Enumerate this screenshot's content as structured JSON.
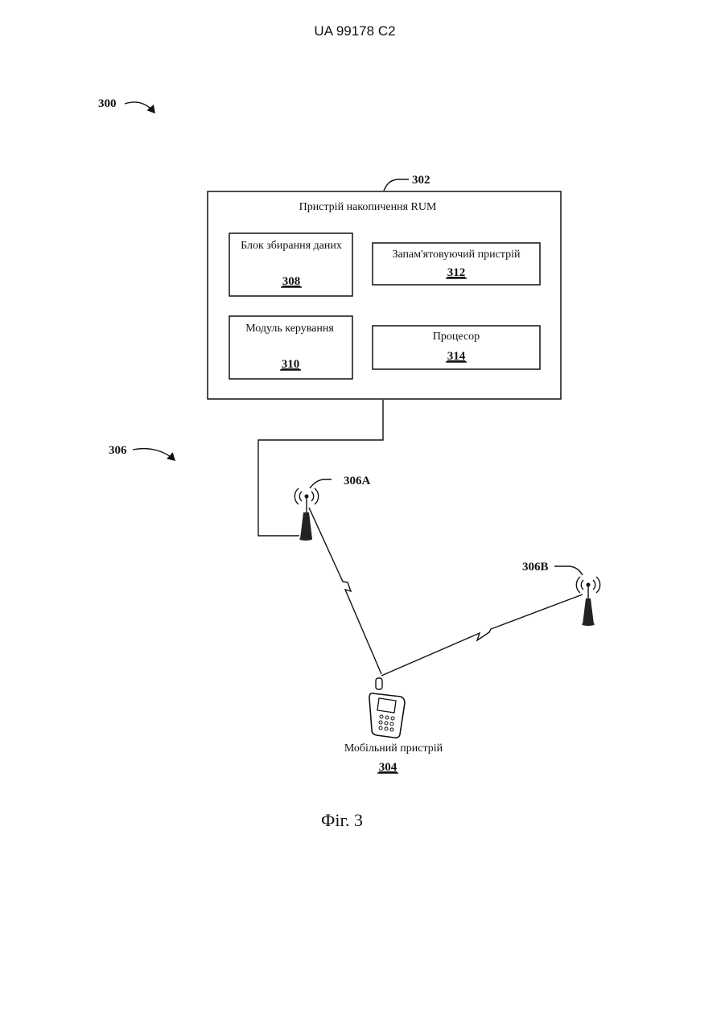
{
  "header": {
    "patent_number": "UA   99178   C2"
  },
  "figure": {
    "ref_system": "300",
    "ref_network": "306",
    "caption": "Фіг. 3"
  },
  "rum_device": {
    "ref": "302",
    "title": "Пристрій накопичення RUM",
    "blocks": {
      "data_collection": {
        "label": "Блок збирання даних",
        "number": "308"
      },
      "control_module": {
        "label": "Модуль керування",
        "number": "310"
      },
      "memory": {
        "label": "Запам'ятовуючий пристрій",
        "number": "312"
      },
      "processor": {
        "label": "Процесор",
        "number": "314"
      }
    }
  },
  "antennas": {
    "a": {
      "ref": "306A"
    },
    "b": {
      "ref": "306B"
    }
  },
  "mobile_device": {
    "label": "Мобільний пристрій",
    "number": "304"
  }
}
